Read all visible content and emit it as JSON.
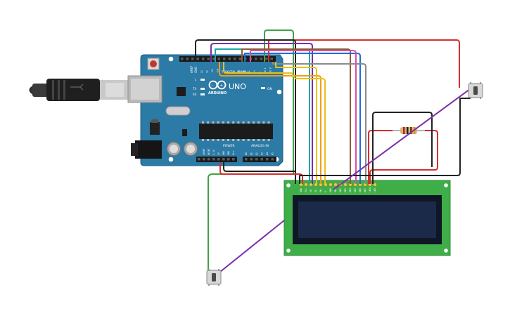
{
  "board": {
    "brand": "ARDUINO",
    "model": "UNO",
    "on_label": "ON",
    "l_label": "L",
    "tx_label": "TX",
    "rx_label": "RX",
    "aref_label": "AREF",
    "gnd_label": "GND",
    "power_label": "POWER",
    "analog_label": "ANALOG IN",
    "digital_label": "DIGITAL (PWM~)",
    "digital_pins": [
      "13",
      "12",
      "~11",
      "~10",
      "~9",
      "8",
      "7",
      "~6",
      "~5",
      "4",
      "~3",
      "2",
      "TX 1",
      "RX 0"
    ],
    "power_pins": [
      "IOREF",
      "RESET",
      "3.3V",
      "5V",
      "GND",
      "GND",
      "Vin"
    ],
    "analog_pins": [
      "A0",
      "A1",
      "A2",
      "A3",
      "A4",
      "A5"
    ]
  },
  "lcd": {
    "pins": [
      "GND",
      "VCC",
      "V0",
      "RS",
      "RW",
      "E",
      "DB0",
      "DB1",
      "DB2",
      "DB3",
      "DB4",
      "DB5",
      "DB6",
      "DB7",
      "LED+",
      "LED-"
    ]
  },
  "colors": {
    "board": "#2c7aa6",
    "wire_red": "#d32f2f",
    "wire_black": "#222222",
    "wire_green": "#43a047",
    "wire_purple": "#7b2fa8",
    "wire_orange": "#f39c12",
    "wire_yellow": "#e8c21a",
    "wire_blue": "#1e6fd9",
    "wire_brown": "#8d5a3b",
    "wire_gray": "#8a8a8a",
    "wire_teal": "#1aa6a6",
    "lcd_pcb": "#3fae49",
    "lcd_screen": "#1c2a4a"
  }
}
